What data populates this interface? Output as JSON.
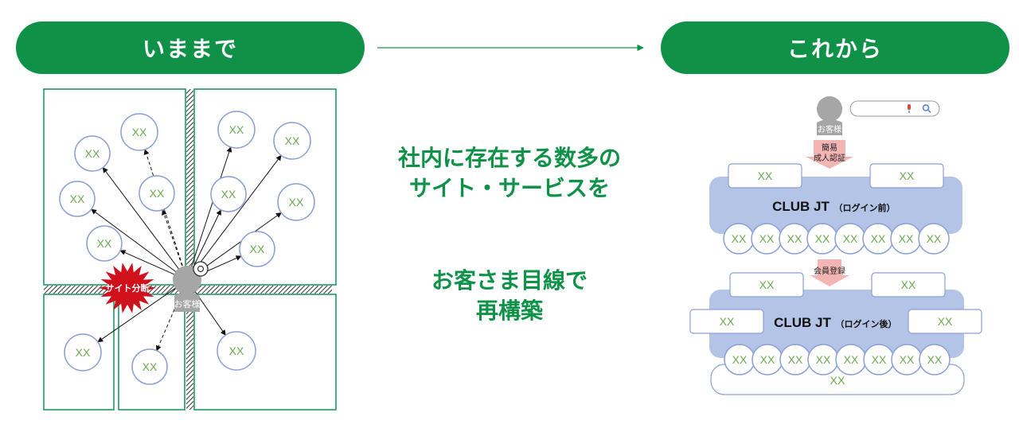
{
  "header": {
    "before_label": "いままで",
    "after_label": "これから"
  },
  "center": {
    "line1": "社内に存在する数多の",
    "line2": "サイト・サービスを",
    "line3": "お客さま目線で",
    "line4": "再構築"
  },
  "left_diagram": {
    "node_label": "XX",
    "customer_label": "お客様",
    "burst_label": "サイト分断"
  },
  "right_diagram": {
    "customer_label": "お客様",
    "step1_label_line1": "簡易",
    "step1_label_line2": "成人認証",
    "step2_label": "会員登録",
    "club_before_title": "CLUB JT",
    "club_before_sub": "（ログイン前）",
    "club_after_title": "CLUB JT",
    "club_after_sub": "（ログイン後）",
    "node_label": "XX"
  },
  "colors": {
    "brand_green": "#0f9248",
    "node_outline": "#8b9fd6",
    "node_text": "#6aa84f",
    "club_fill": "#b4c4e6",
    "burst_red": "#d0101a",
    "arrow_pink": "#f3b4b4"
  }
}
